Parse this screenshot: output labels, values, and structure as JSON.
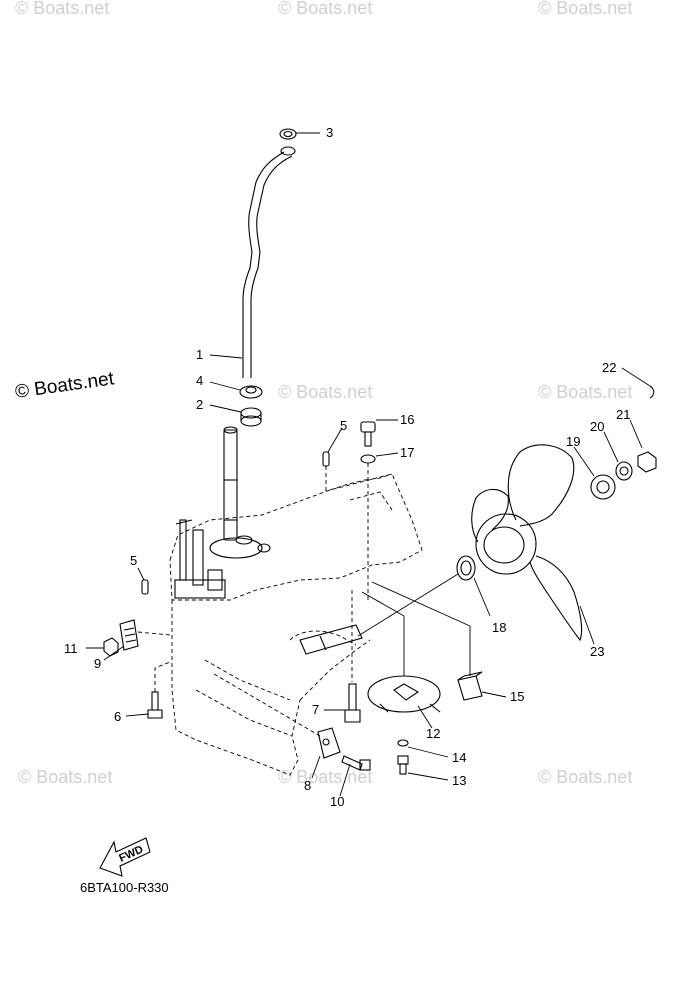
{
  "watermarks": [
    "© Boats.net"
  ],
  "main_watermark": "© Boats.net",
  "diagram_code": "6BTA100-R330",
  "fwd_label": "FWD",
  "callouts": [
    "1",
    "2",
    "3",
    "4",
    "5",
    "5",
    "6",
    "7",
    "8",
    "9",
    "10",
    "11",
    "12",
    "13",
    "14",
    "15",
    "16",
    "17",
    "18",
    "19",
    "20",
    "21",
    "22",
    "23"
  ]
}
